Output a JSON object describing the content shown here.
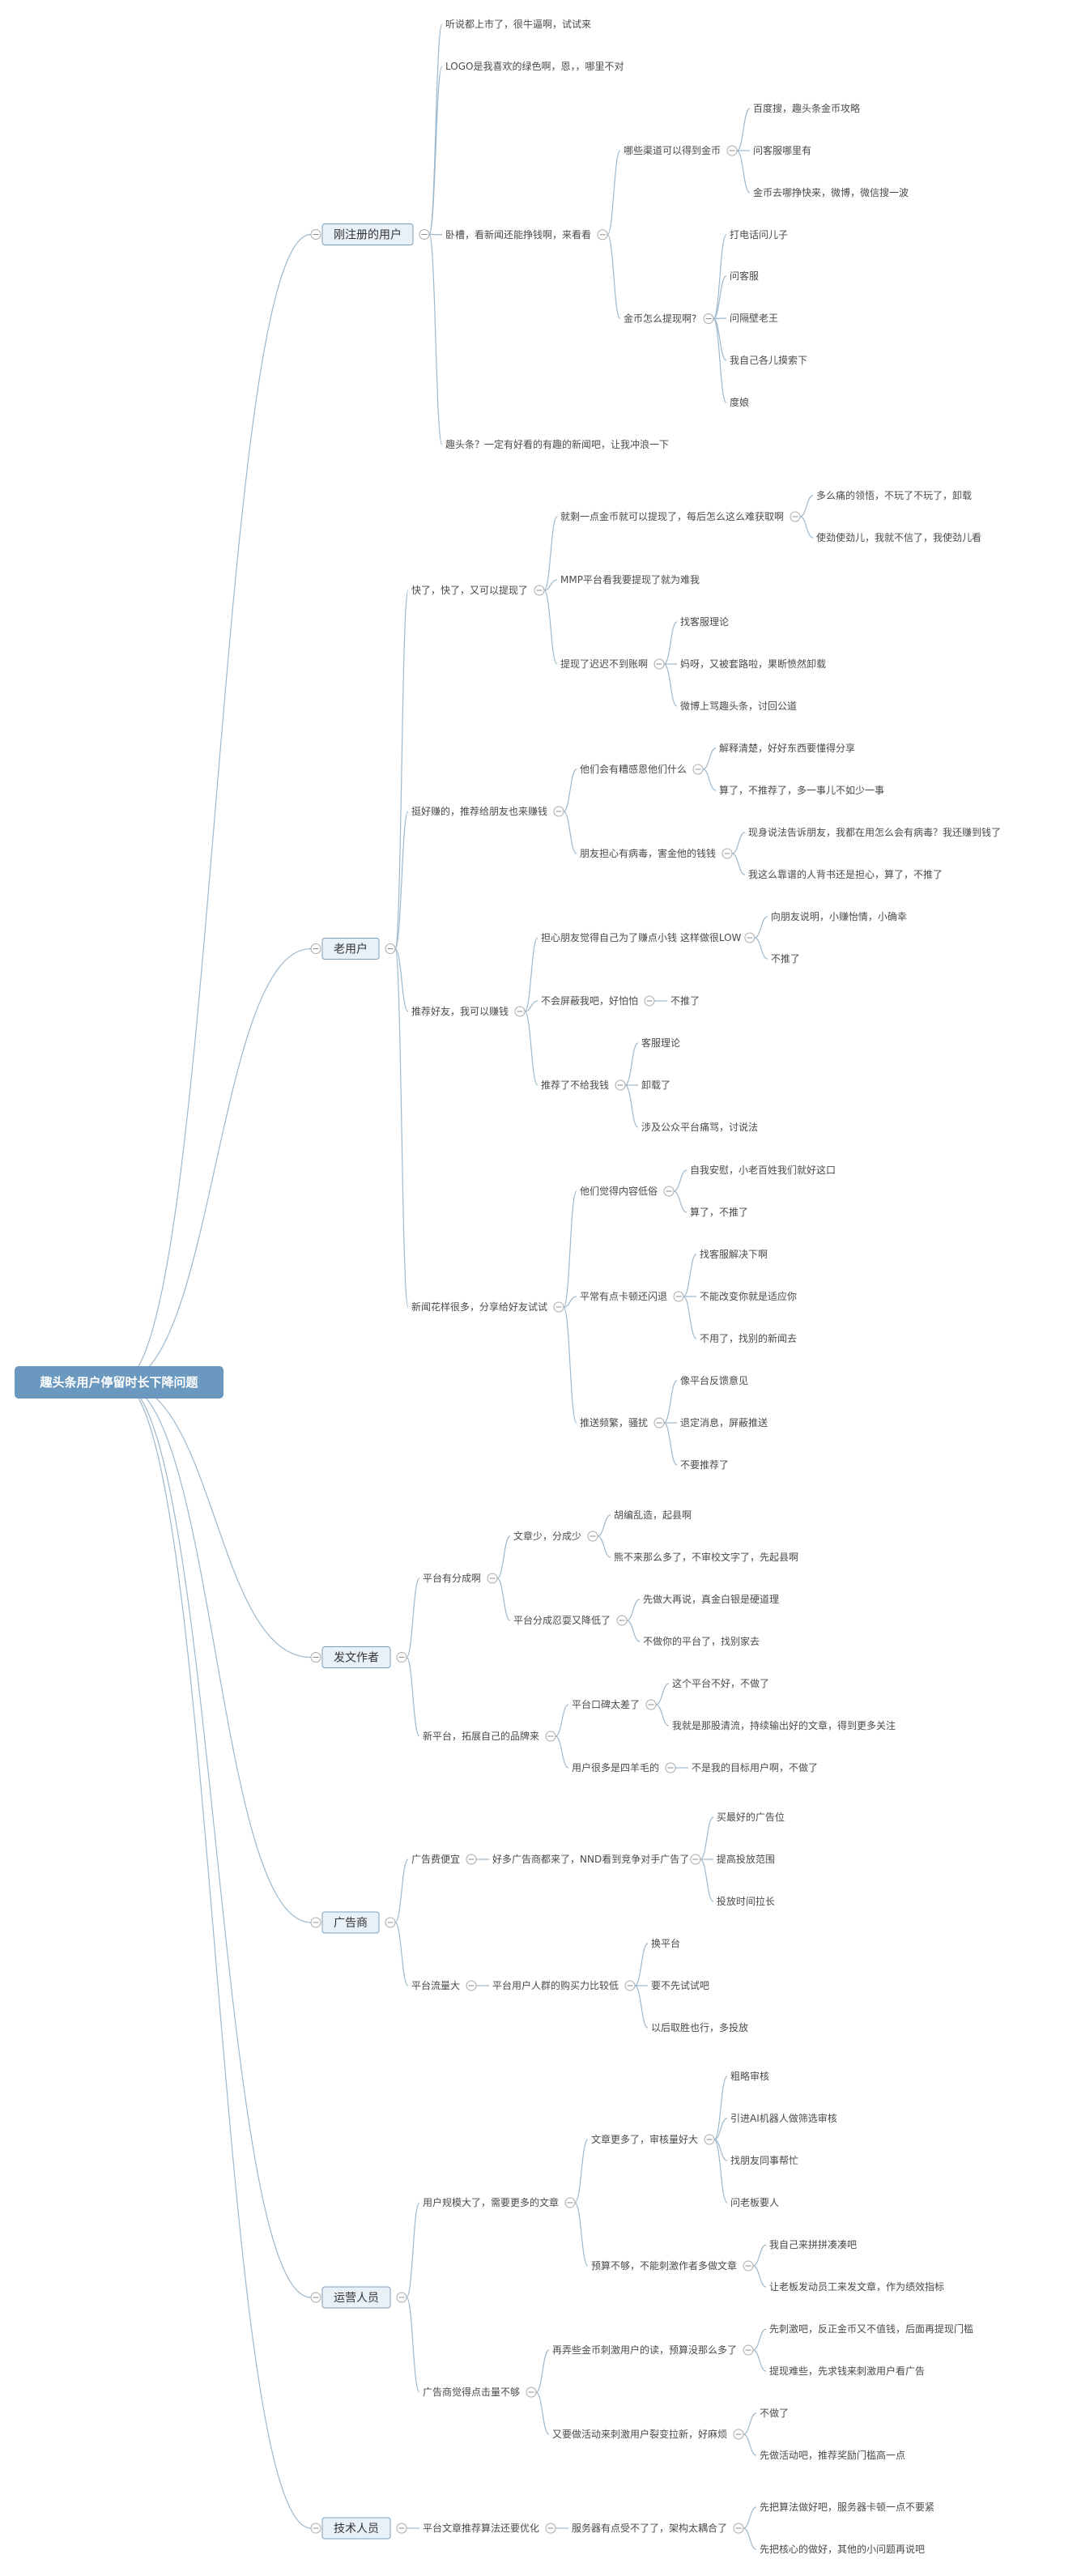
{
  "title": "趣头条用户停留时长下降问题",
  "colors": {
    "line": "#9db8cc",
    "root_fill": "#6b98bf",
    "branch_fill": "#e9f1f8",
    "branch_border": "#7a9fbd",
    "text": "#4a4a4a"
  },
  "branches": [
    {
      "label": "刚注册的用户",
      "children": [
        {
          "label": "听说都上市了，很牛逼啊，试试来"
        },
        {
          "label": "LOGO是我喜欢的绿色啊，恩，，哪里不对"
        },
        {
          "label": "卧槽，看新闻还能挣钱啊，来看看",
          "children": [
            {
              "label": "哪些渠道可以得到金币",
              "children": [
                {
                  "label": "百度搜，趣头条金币攻略"
                },
                {
                  "label": "问客服哪里有"
                },
                {
                  "label": "金币去哪挣快来，微博，微信搜一波"
                }
              ]
            },
            {
              "label": "金币怎么提现啊?",
              "children": [
                {
                  "label": "打电话问儿子"
                },
                {
                  "label": "问客服"
                },
                {
                  "label": "问隔壁老王"
                },
                {
                  "label": "我自己各儿摸索下"
                },
                {
                  "label": "度娘"
                }
              ]
            }
          ]
        },
        {
          "label": "趣头条？一定有好看的有趣的新闻吧，让我冲浪一下"
        }
      ]
    },
    {
      "label": "老用户",
      "children": [
        {
          "label": "快了，快了，又可以提现了",
          "children": [
            {
              "label": "就剩一点金币就可以提现了，每后怎么这么难获取啊",
              "children": [
                {
                  "label": "多么痛的领悟，不玩了不玩了，卸载"
                },
                {
                  "label": "使劲使劲儿，我就不信了，我使劲儿看"
                }
              ]
            },
            {
              "label": "MMP平台看我要提现了就为难我"
            },
            {
              "label": "提现了迟迟不到账啊",
              "children": [
                {
                  "label": "找客服理论"
                },
                {
                  "label": "妈呀，又被套路啦，果断愤然卸载"
                },
                {
                  "label": "微博上骂趣头条，讨回公道"
                }
              ]
            }
          ]
        },
        {
          "label": "挺好赚的，推荐给朋友也来赚钱",
          "children": [
            {
              "label": "他们会有糟感恩他们什么",
              "children": [
                {
                  "label": "解释清楚，好好东西要懂得分享"
                },
                {
                  "label": "算了，不推荐了，多一事儿不如少一事"
                }
              ]
            },
            {
              "label": "朋友担心有病毒，害金他的钱钱",
              "children": [
                {
                  "label": "现身说法告诉朋友，我都在用怎么会有病毒？我还赚到钱了"
                },
                {
                  "label": "我这么靠谱的人背书还是担心，算了，不推了"
                }
              ]
            }
          ]
        },
        {
          "label": "推荐好友，我可以赚钱",
          "children": [
            {
              "label": "担心朋友觉得自己为了赚点小钱 这样做很LOW",
              "children": [
                {
                  "label": "向朋友说明，小赚怡情，小确幸"
                },
                {
                  "label": "不推了"
                }
              ]
            },
            {
              "label": "不会屏蔽我吧，好怕怕",
              "children": [
                {
                  "label": "不推了"
                }
              ]
            },
            {
              "label": "推荐了不给我钱",
              "children": [
                {
                  "label": "客服理论"
                },
                {
                  "label": "卸载了"
                },
                {
                  "label": "涉及公众平台痛骂，讨说法"
                }
              ]
            }
          ]
        },
        {
          "label": "新闻花样很多，分享给好友试试",
          "children": [
            {
              "label": "他们觉得内容低俗",
              "children": [
                {
                  "label": "自我安慰，小老百姓我们就好这口"
                },
                {
                  "label": "算了，不推了"
                }
              ]
            },
            {
              "label": "平常有点卡顿还闪退",
              "children": [
                {
                  "label": "找客服解决下啊"
                },
                {
                  "label": "不能改变你就是适应你"
                },
                {
                  "label": "不用了，找别的新闻去"
                }
              ]
            },
            {
              "label": "推送频繁，骚扰",
              "children": [
                {
                  "label": "像平台反馈意见"
                },
                {
                  "label": "退定消息，屏蔽推送"
                },
                {
                  "label": "不要推荐了"
                }
              ]
            }
          ]
        }
      ]
    },
    {
      "label": "发文作者",
      "children": [
        {
          "label": "平台有分成啊",
          "children": [
            {
              "label": "文章少，分成少",
              "children": [
                {
                  "label": "胡编乱造，起县啊"
                },
                {
                  "label": "熊不来那么多了，不审校文字了，先起县啊"
                }
              ]
            },
            {
              "label": "平台分成忍耍又降低了",
              "children": [
                {
                  "label": "先做大再说，真金白银是硬道理"
                },
                {
                  "label": "不做你的平台了，找别家去"
                }
              ]
            }
          ]
        },
        {
          "label": "新平台，拓展自己的品牌来",
          "children": [
            {
              "label": "平台口碑太差了",
              "children": [
                {
                  "label": "这个平台不好，不做了"
                },
                {
                  "label": "我就是那股清流，持续输出好的文章，得到更多关注"
                }
              ]
            },
            {
              "label": "用户很多是四羊毛的",
              "children": [
                {
                  "label": "不是我的目标用户啊，不做了"
                }
              ]
            }
          ]
        }
      ]
    },
    {
      "label": "广告商",
      "children": [
        {
          "label": "广告费便宜",
          "children": [
            {
              "label": "好多广告商都来了，NND看到竞争对手广告了",
              "children": [
                {
                  "label": "买最好的广告位"
                },
                {
                  "label": "提高投放范围"
                },
                {
                  "label": "投放时间拉长"
                }
              ]
            }
          ]
        },
        {
          "label": "平台流量大",
          "children": [
            {
              "label": "平台用户人群的购买力比较低",
              "children": [
                {
                  "label": "换平台"
                },
                {
                  "label": "要不先试试吧"
                },
                {
                  "label": "以后取胜也行，多投放"
                }
              ]
            }
          ]
        }
      ]
    },
    {
      "label": "运营人员",
      "children": [
        {
          "label": "用户规模大了，需要更多的文章",
          "children": [
            {
              "label": "文章更多了，审核量好大",
              "children": [
                {
                  "label": "粗略审核"
                },
                {
                  "label": "引进AI机器人做筛选审核"
                },
                {
                  "label": "找朋友同事帮忙"
                },
                {
                  "label": "问老板要人"
                }
              ]
            },
            {
              "label": "预算不够，不能刺激作者多做文章",
              "children": [
                {
                  "label": "我自己来拼拼凑凑吧"
                },
                {
                  "label": "让老板发动员工来发文章，作为绩效指标"
                }
              ]
            }
          ]
        },
        {
          "label": "广告商觉得点击量不够",
          "children": [
            {
              "label": "再弄些金币刺激用户的读，预算没那么多了",
              "children": [
                {
                  "label": "先刺激吧，反正金币又不值钱，后面再提现门槛"
                },
                {
                  "label": "提现难些，先求钱来刺激用户看广告"
                }
              ]
            },
            {
              "label": "又要做活动来刺激用户裂变拉新，好麻烦",
              "children": [
                {
                  "label": "不做了"
                },
                {
                  "label": "先做活动吧，推荐奖励门槛高一点"
                }
              ]
            }
          ]
        }
      ]
    },
    {
      "label": "技术人员",
      "children": [
        {
          "label": "平台文章推荐算法还要优化",
          "children": [
            {
              "label": "服务器有点受不了了，架构太耦合了",
              "children": [
                {
                  "label": "先把算法做好吧，服务器卡顿一点不要紧"
                },
                {
                  "label": "先把核心的做好，其他的小问题再说吧"
                }
              ]
            }
          ]
        }
      ]
    }
  ]
}
